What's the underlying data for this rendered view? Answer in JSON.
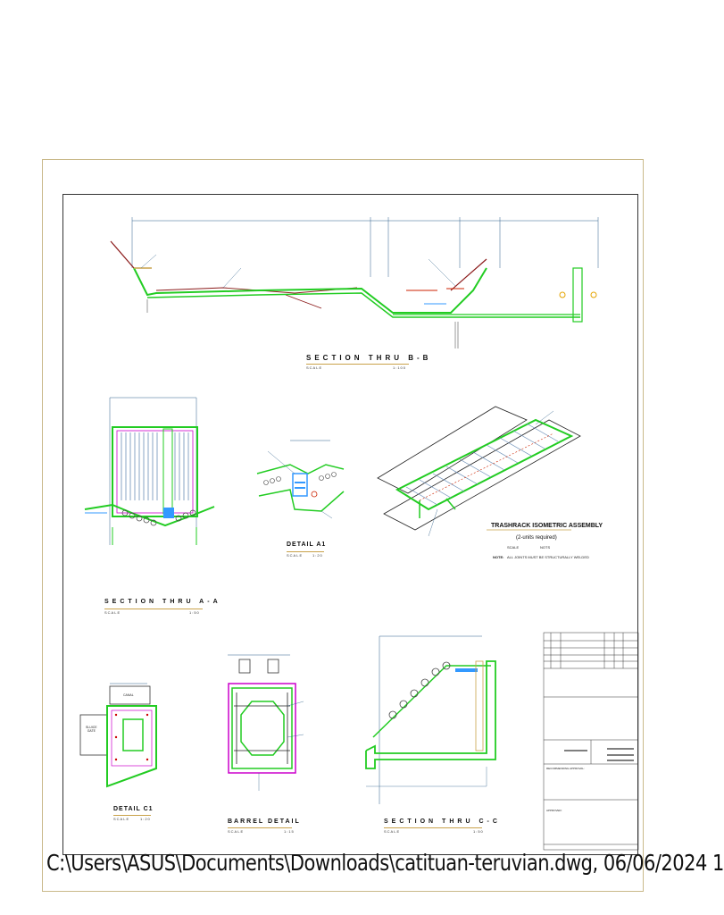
{
  "sections": {
    "bb": {
      "title": "SECTION   THRU B-B",
      "scale": "SCALE",
      "ratio": "1:100"
    },
    "aa": {
      "title": "SECTION   THRU A-A",
      "scale": "SCALE",
      "ratio": "1:50"
    },
    "a1": {
      "title": "DETAIL   A1",
      "scale": "SCALE",
      "ratio": "1:20"
    },
    "c1": {
      "title": "DETAIL   C1",
      "scale": "SCALE",
      "ratio": "1:20"
    },
    "barrel": {
      "title": "BARREL   DETAIL",
      "scale": "SCALE",
      "ratio": "1:15"
    },
    "cc": {
      "title": "SECTION   THRU C-C",
      "scale": "SCALE",
      "ratio": "1:50"
    }
  },
  "trashrack": {
    "title": "TRASHRACK ISOMETRIC ASSEMBLY",
    "subtitle": "(2-units required)",
    "scale": "SCALE",
    "scale_value": "NOTS",
    "note_label": "NOTE:",
    "note_text": "ALL JOINTS MUST BE STRUCTURALLY WELDED"
  },
  "title_block": {
    "approval": "RECOMMENDING APPROVAL:",
    "approved": "APPROVED:"
  },
  "c1_labels": {
    "canal": "CANAL",
    "sluice": "SLUICE\nGATE"
  },
  "file_path": "C:\\Users\\ASUS\\Documents\\Downloads\\catituan-teruvian.dwg, 06/06/2024 1",
  "colors": {
    "concrete": "#22cc22",
    "rebar": "#cc00cc",
    "dimension": "#2d5f8a",
    "ground": "#8b1a1a",
    "water": "#3399ff",
    "accent": "#c9a24a"
  }
}
